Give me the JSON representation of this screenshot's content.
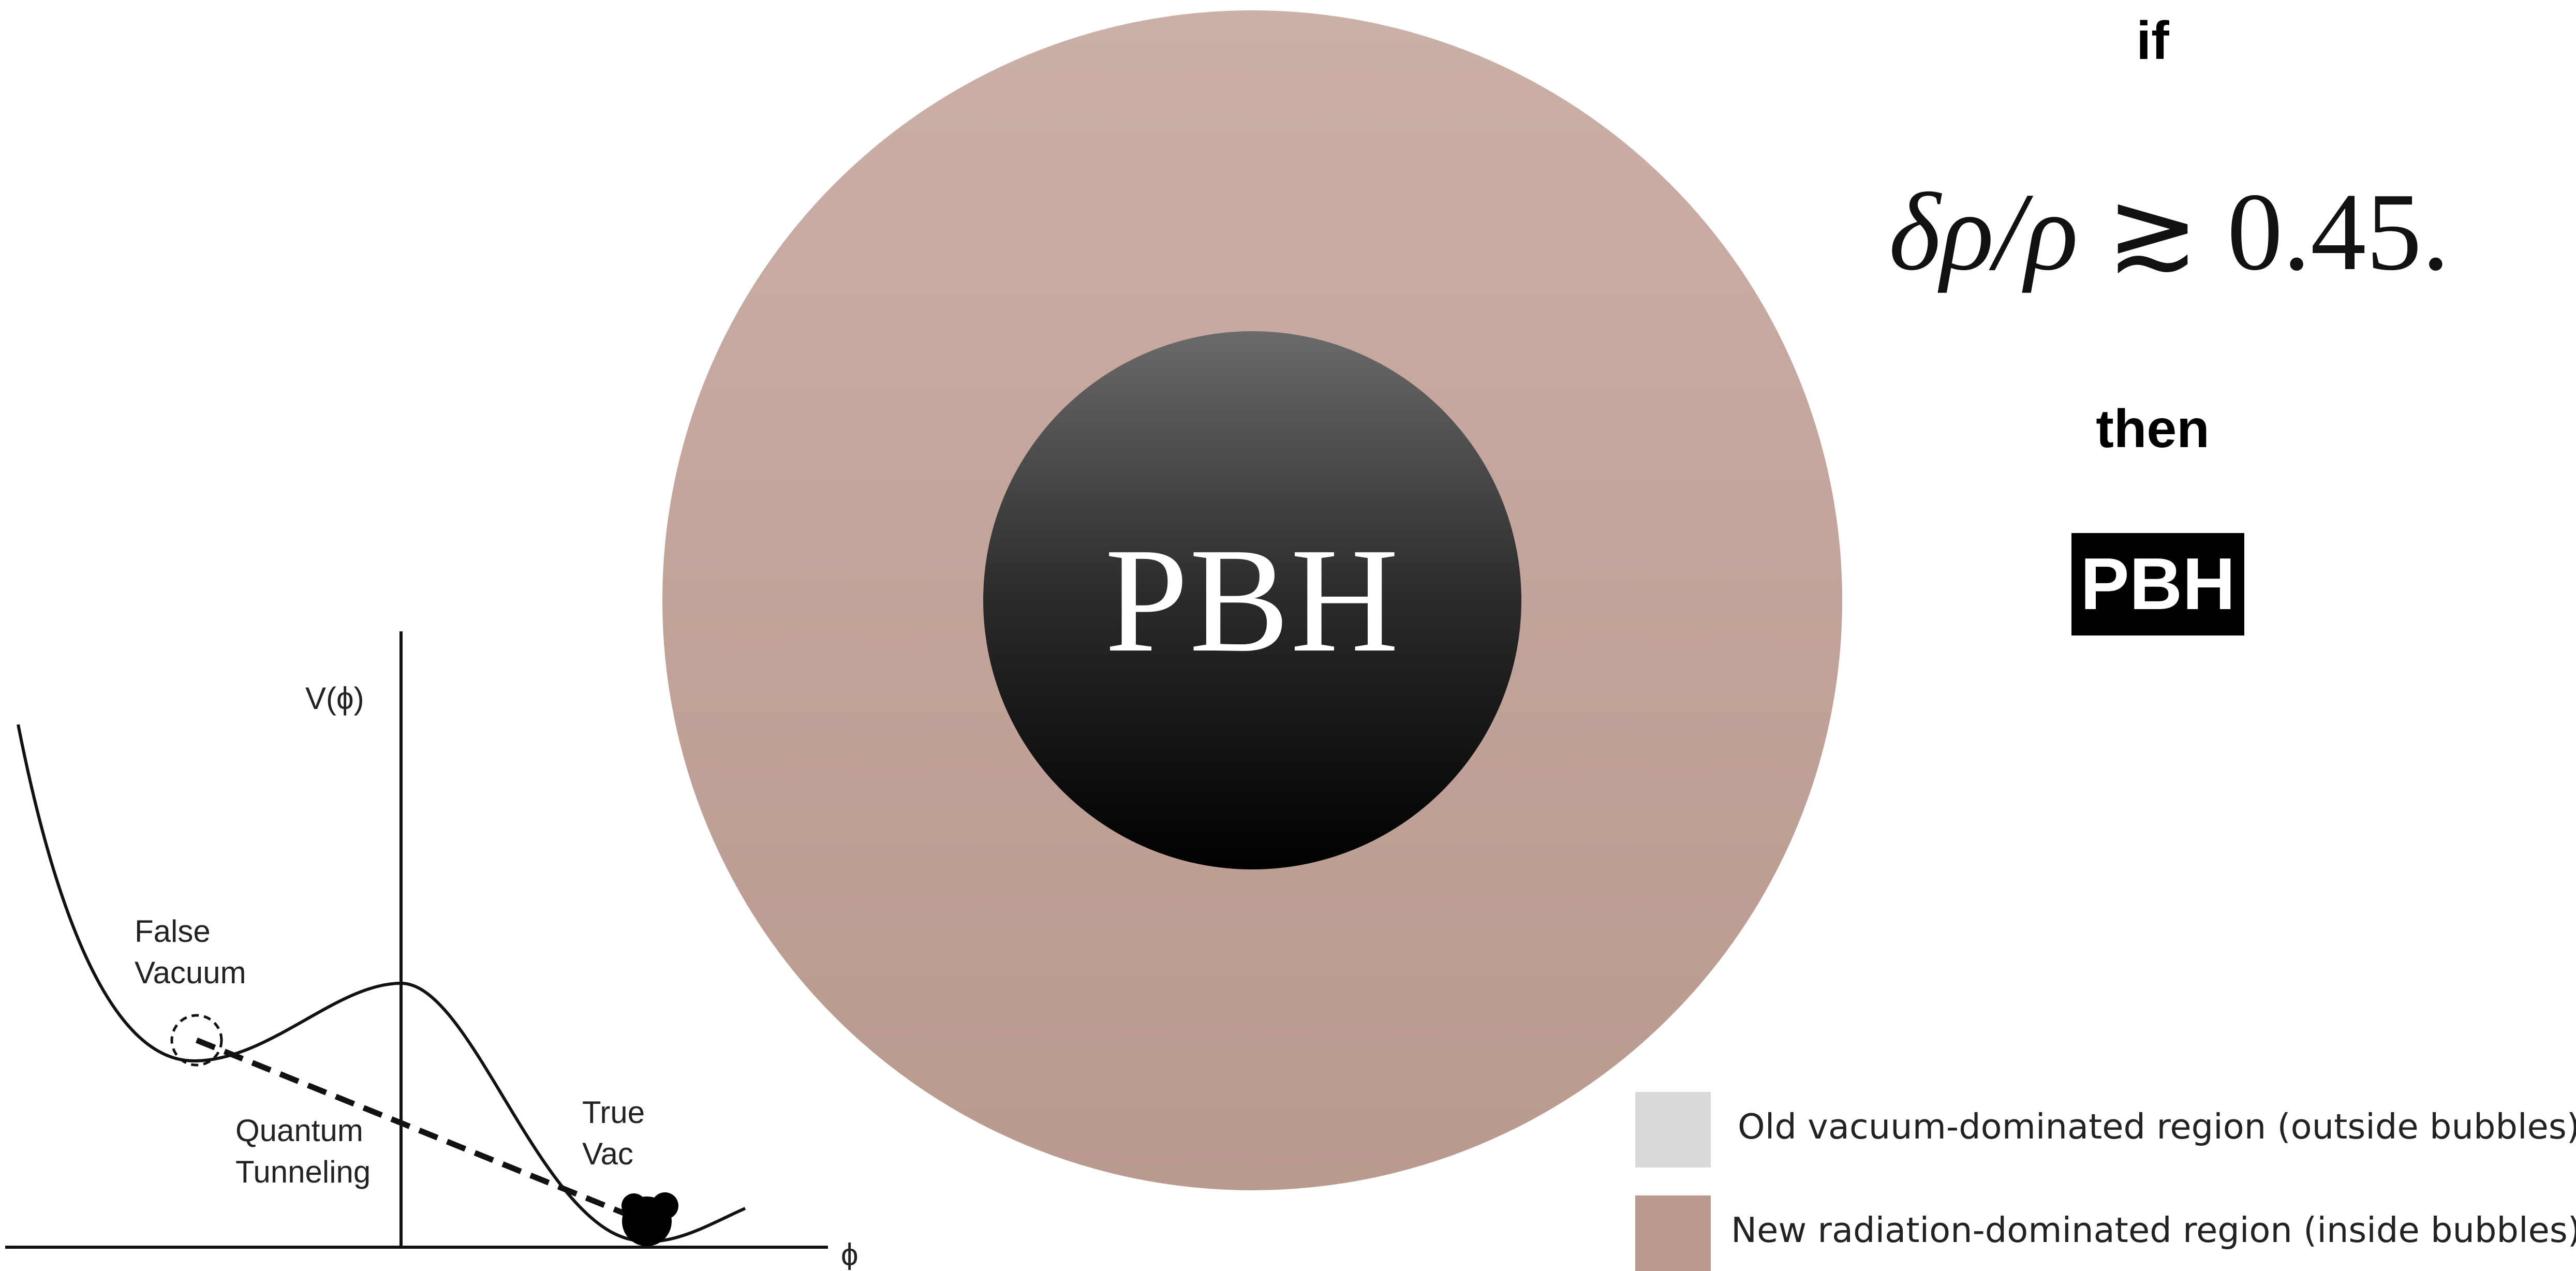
{
  "potential_diagram": {
    "y_axis_label": "V(ϕ)",
    "x_axis_label": "ϕ",
    "false_vacuum_line1": "False",
    "false_vacuum_line2": "Vacuum",
    "tunneling_line1": "Quantum",
    "tunneling_line2": "Tunneling",
    "true_vacuum_line1": "True",
    "true_vacuum_line2": "Vac"
  },
  "bubble": {
    "core_label": "PBH",
    "outer_color": "#c3a49a",
    "core_color": "#1a1a1a"
  },
  "condition": {
    "if_label": "if",
    "formula_lhs": "δρ/ρ",
    "formula_op": "≳",
    "formula_rhs": "0.45.",
    "then_label": "then",
    "result_label": "PBH"
  },
  "legend": {
    "items": [
      {
        "label": "Old vacuum-dominated region (outside bubbles)",
        "color": "#d9d9d9"
      },
      {
        "label": "New radiation-dominated region (inside bubbles)",
        "color": "#bb9a8e"
      }
    ]
  }
}
